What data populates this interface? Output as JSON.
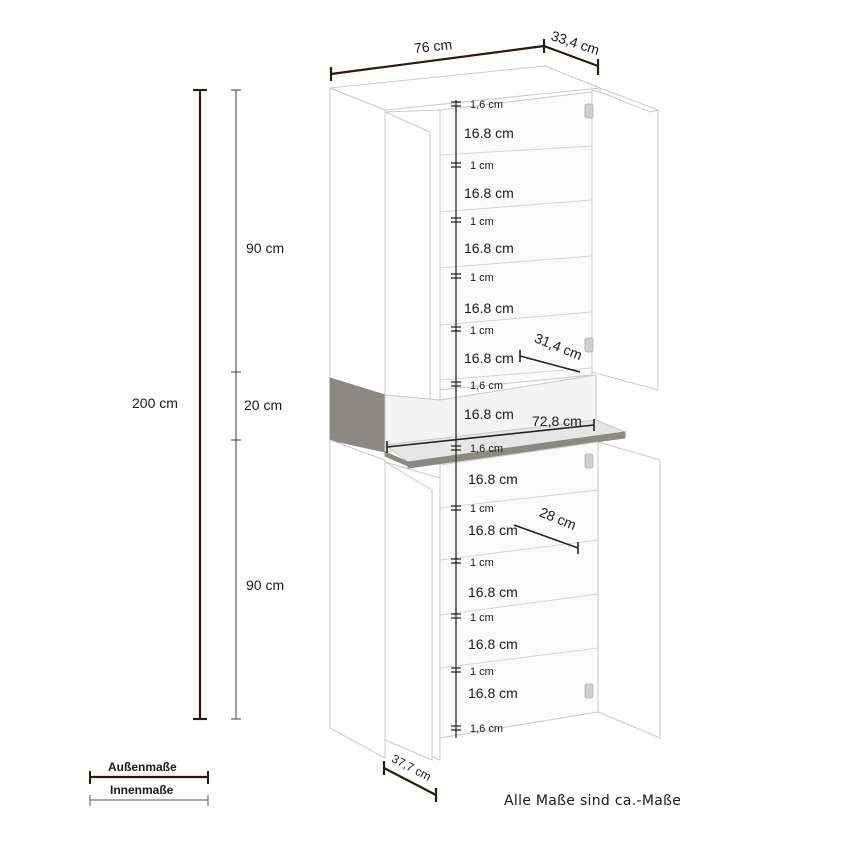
{
  "dimensions": {
    "overall_width": "76 cm",
    "overall_depth": "33,4 cm",
    "overall_height": "200 cm",
    "upper_section_height": "90 cm",
    "niche_height": "20 cm",
    "lower_section_height": "90 cm",
    "upper_inner_depth": "31,4 cm",
    "niche_inner_width": "72,8 cm",
    "lower_inner_depth": "28 cm",
    "door_open_depth": "37,7 cm"
  },
  "shelves": {
    "upper": [
      {
        "thickness": "1,6 cm",
        "height": "16.8 cm"
      },
      {
        "thickness": "1 cm",
        "height": "16.8 cm"
      },
      {
        "thickness": "1 cm",
        "height": "16.8 cm"
      },
      {
        "thickness": "1 cm",
        "height": "16.8 cm"
      },
      {
        "thickness": "1 cm",
        "height": "16.8 cm"
      },
      {
        "thickness": "1,6 cm",
        "height": "16.8 cm"
      }
    ],
    "lower": [
      {
        "thickness": "1,6 cm",
        "height": "16.8 cm"
      },
      {
        "thickness": "1 cm",
        "height": "16.8 cm"
      },
      {
        "thickness": "1 cm",
        "height": "16.8 cm"
      },
      {
        "thickness": "1 cm",
        "height": "16.8 cm"
      },
      {
        "thickness": "1 cm",
        "height": "16.8 cm"
      }
    ],
    "bottom_thickness": "1,6 cm"
  },
  "legend": {
    "outer": "Außenmaße",
    "inner": "Innenmaße"
  },
  "footnote": "Alle Maße sind ca.-Maße",
  "colors": {
    "outer_dim_line": "#3d2418",
    "inner_dim_line": "#444444",
    "cabinet_edge": "#c8c8c8",
    "niche_grey": "#8c8884"
  }
}
